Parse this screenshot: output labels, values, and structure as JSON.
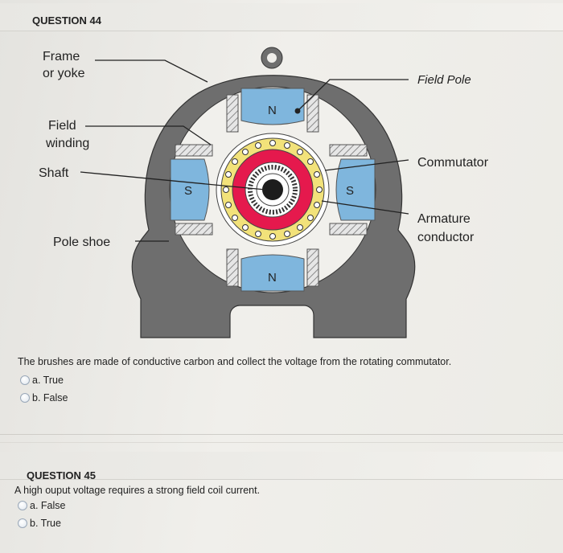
{
  "question44": {
    "title": "QUESTION 44",
    "prompt": "The brushes are made of conductive carbon and collect the voltage from the rotating commutator.",
    "options": [
      "a. True",
      "b. False"
    ]
  },
  "question45": {
    "title": "QUESTION 45",
    "prompt": "A high ouput voltage requires a strong field coil current.",
    "options": [
      "a. False",
      "b. True"
    ]
  },
  "diagram": {
    "labels": {
      "frame_line1": "Frame",
      "frame_line2": "or yoke",
      "field_pole": "Field Pole",
      "field_winding_line1": "Field",
      "field_winding_line2": "winding",
      "shaft": "Shaft",
      "commutator": "Commutator",
      "pole_shoe": "Pole shoe",
      "armature_line1": "Armature",
      "armature_line2": "conductor"
    },
    "poles": {
      "top": "N",
      "bottom": "N",
      "left": "S",
      "right": "S"
    },
    "colors": {
      "frame": "#6e6e6e",
      "pole_blue": "#7fb6dd",
      "armature_red": "#e5194d",
      "conductor_yellow": "#f2e27a",
      "hatch": "#bdbdbd"
    }
  }
}
